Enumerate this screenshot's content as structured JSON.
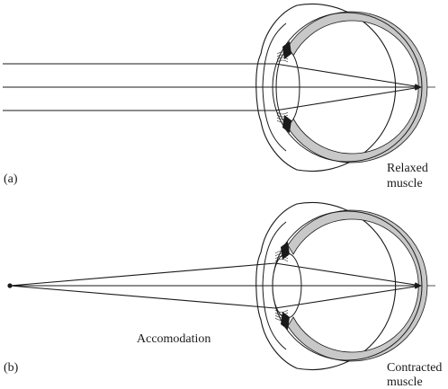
{
  "panels": [
    {
      "id": "a",
      "tag": "(a)",
      "muscle_line1": "Relaxed",
      "muscle_line2": "muscle",
      "caption": ""
    },
    {
      "id": "b",
      "tag": "(b)",
      "muscle_line1": "Contracted",
      "muscle_line2": "muscle",
      "caption": "Accomodation"
    }
  ],
  "colors": {
    "ink": "#1a1a1a",
    "tissue": "#c8c8c8",
    "background": "#ffffff"
  }
}
